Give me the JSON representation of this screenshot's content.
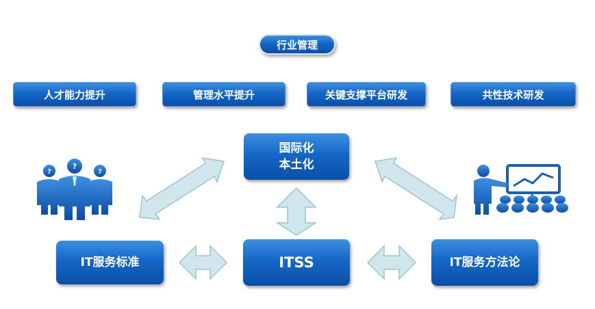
{
  "diagram": {
    "title": "行业管理",
    "goals": [
      "人才能力提升",
      "管理水平提升",
      "关键支撑平台研发",
      "共性技术研发"
    ],
    "nodes": {
      "internationalization": [
        "国际化",
        "本土化"
      ],
      "core": "ITSS",
      "standards": "IT服务标准",
      "methodology": "IT服务方法论"
    },
    "icons": {
      "left": "people-question-icon",
      "right": "presentation-audience-icon"
    },
    "colors": {
      "box_top": "#3d8fe0",
      "box_bottom": "#0a4fa8",
      "arrow_fill": "#cfe6ec",
      "arrow_stroke": "#9cc3cf",
      "figure": "#1a5fb4"
    }
  }
}
